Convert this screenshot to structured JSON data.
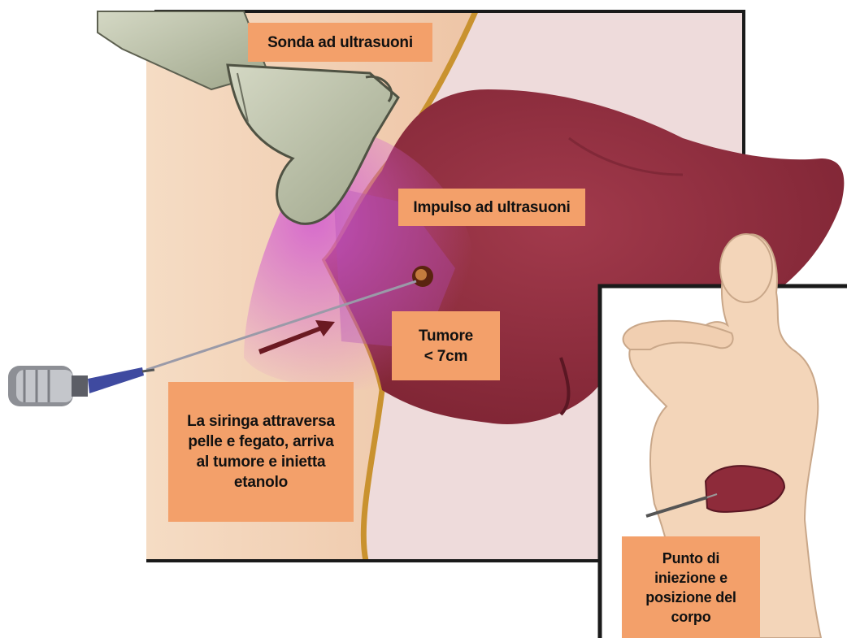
{
  "diagram": {
    "labels": {
      "probe": "Sonda ad ultrasuoni",
      "pulse": "Impulso ad ultrasuoni",
      "tumor": "Tumore\n< 7cm",
      "syringe": "La siringa attraversa\npelle e fegato, arriva\nal tumore e inietta\netanolo",
      "injection_point": "Punto di\niniezione e\nposizione del\ncorpo"
    },
    "colors": {
      "label_background": "#f3a06a",
      "skin": "#f3d3b5",
      "liver": "#8e2b3a",
      "ultrasound_field": "#c44fc0",
      "probe": "#b9bfa9",
      "abdominal_wall": "#c9922f"
    }
  }
}
